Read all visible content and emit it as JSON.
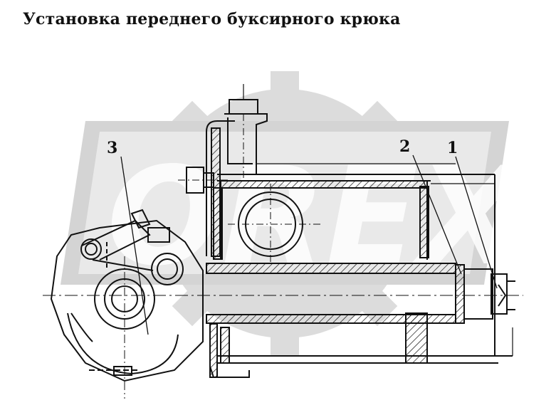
{
  "title": "Установка переднего буксирного крюка",
  "callouts": [
    {
      "id": "1",
      "label": "1"
    },
    {
      "id": "2",
      "label": "2"
    },
    {
      "id": "3",
      "label": "3"
    }
  ],
  "watermark": {
    "text": "OREX",
    "icon": "gear-logo-watermark"
  },
  "colors": {
    "line": "#111111",
    "watermark": "#d9d9d9",
    "background": "#ffffff"
  }
}
